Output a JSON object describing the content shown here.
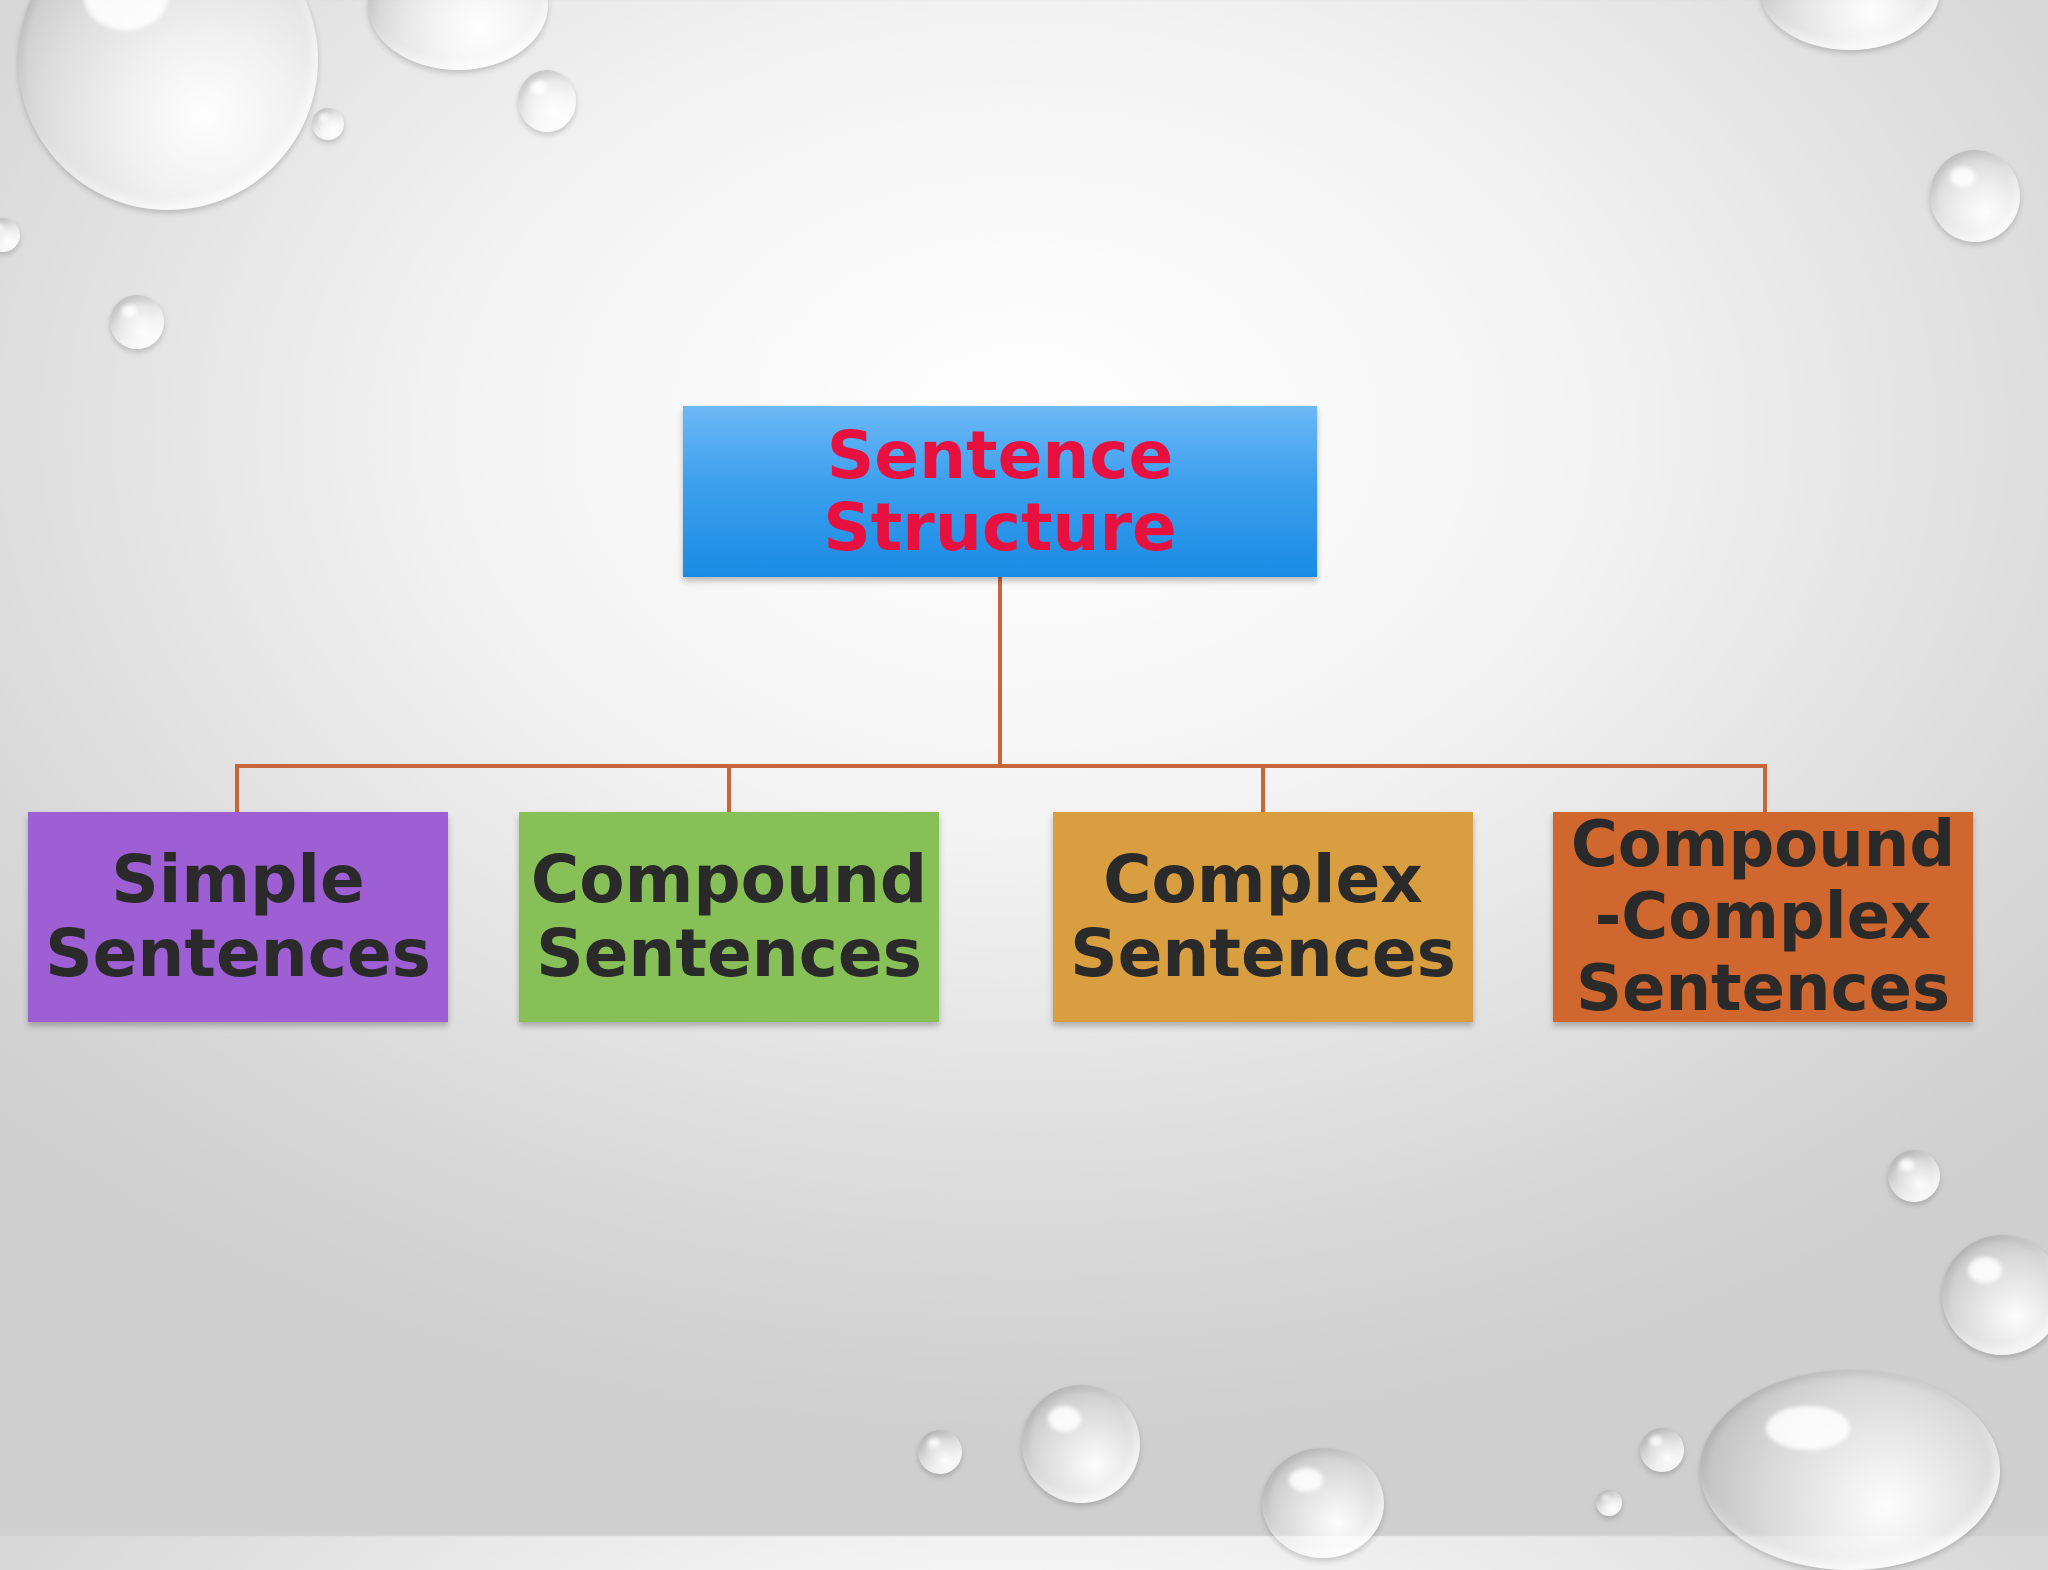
{
  "diagram": {
    "root": {
      "label": "Sentence\nStructure",
      "text_color": "#e8103f",
      "fill_color": "#2f98ea"
    },
    "connector_color": "#c8663a",
    "children": [
      {
        "label": "Simple\nSentences",
        "fill_color": "#9d5fd3",
        "text_color": "#2a2a2a"
      },
      {
        "label": "Compound\nSentences",
        "fill_color": "#86c057",
        "text_color": "#2a2a2a"
      },
      {
        "label": "Complex\nSentences",
        "fill_color": "#d99e40",
        "text_color": "#2a2a2a"
      },
      {
        "label": "Compound\n-Complex\nSentences",
        "fill_color": "#d0672f",
        "text_color": "#2a2a2a"
      }
    ]
  }
}
